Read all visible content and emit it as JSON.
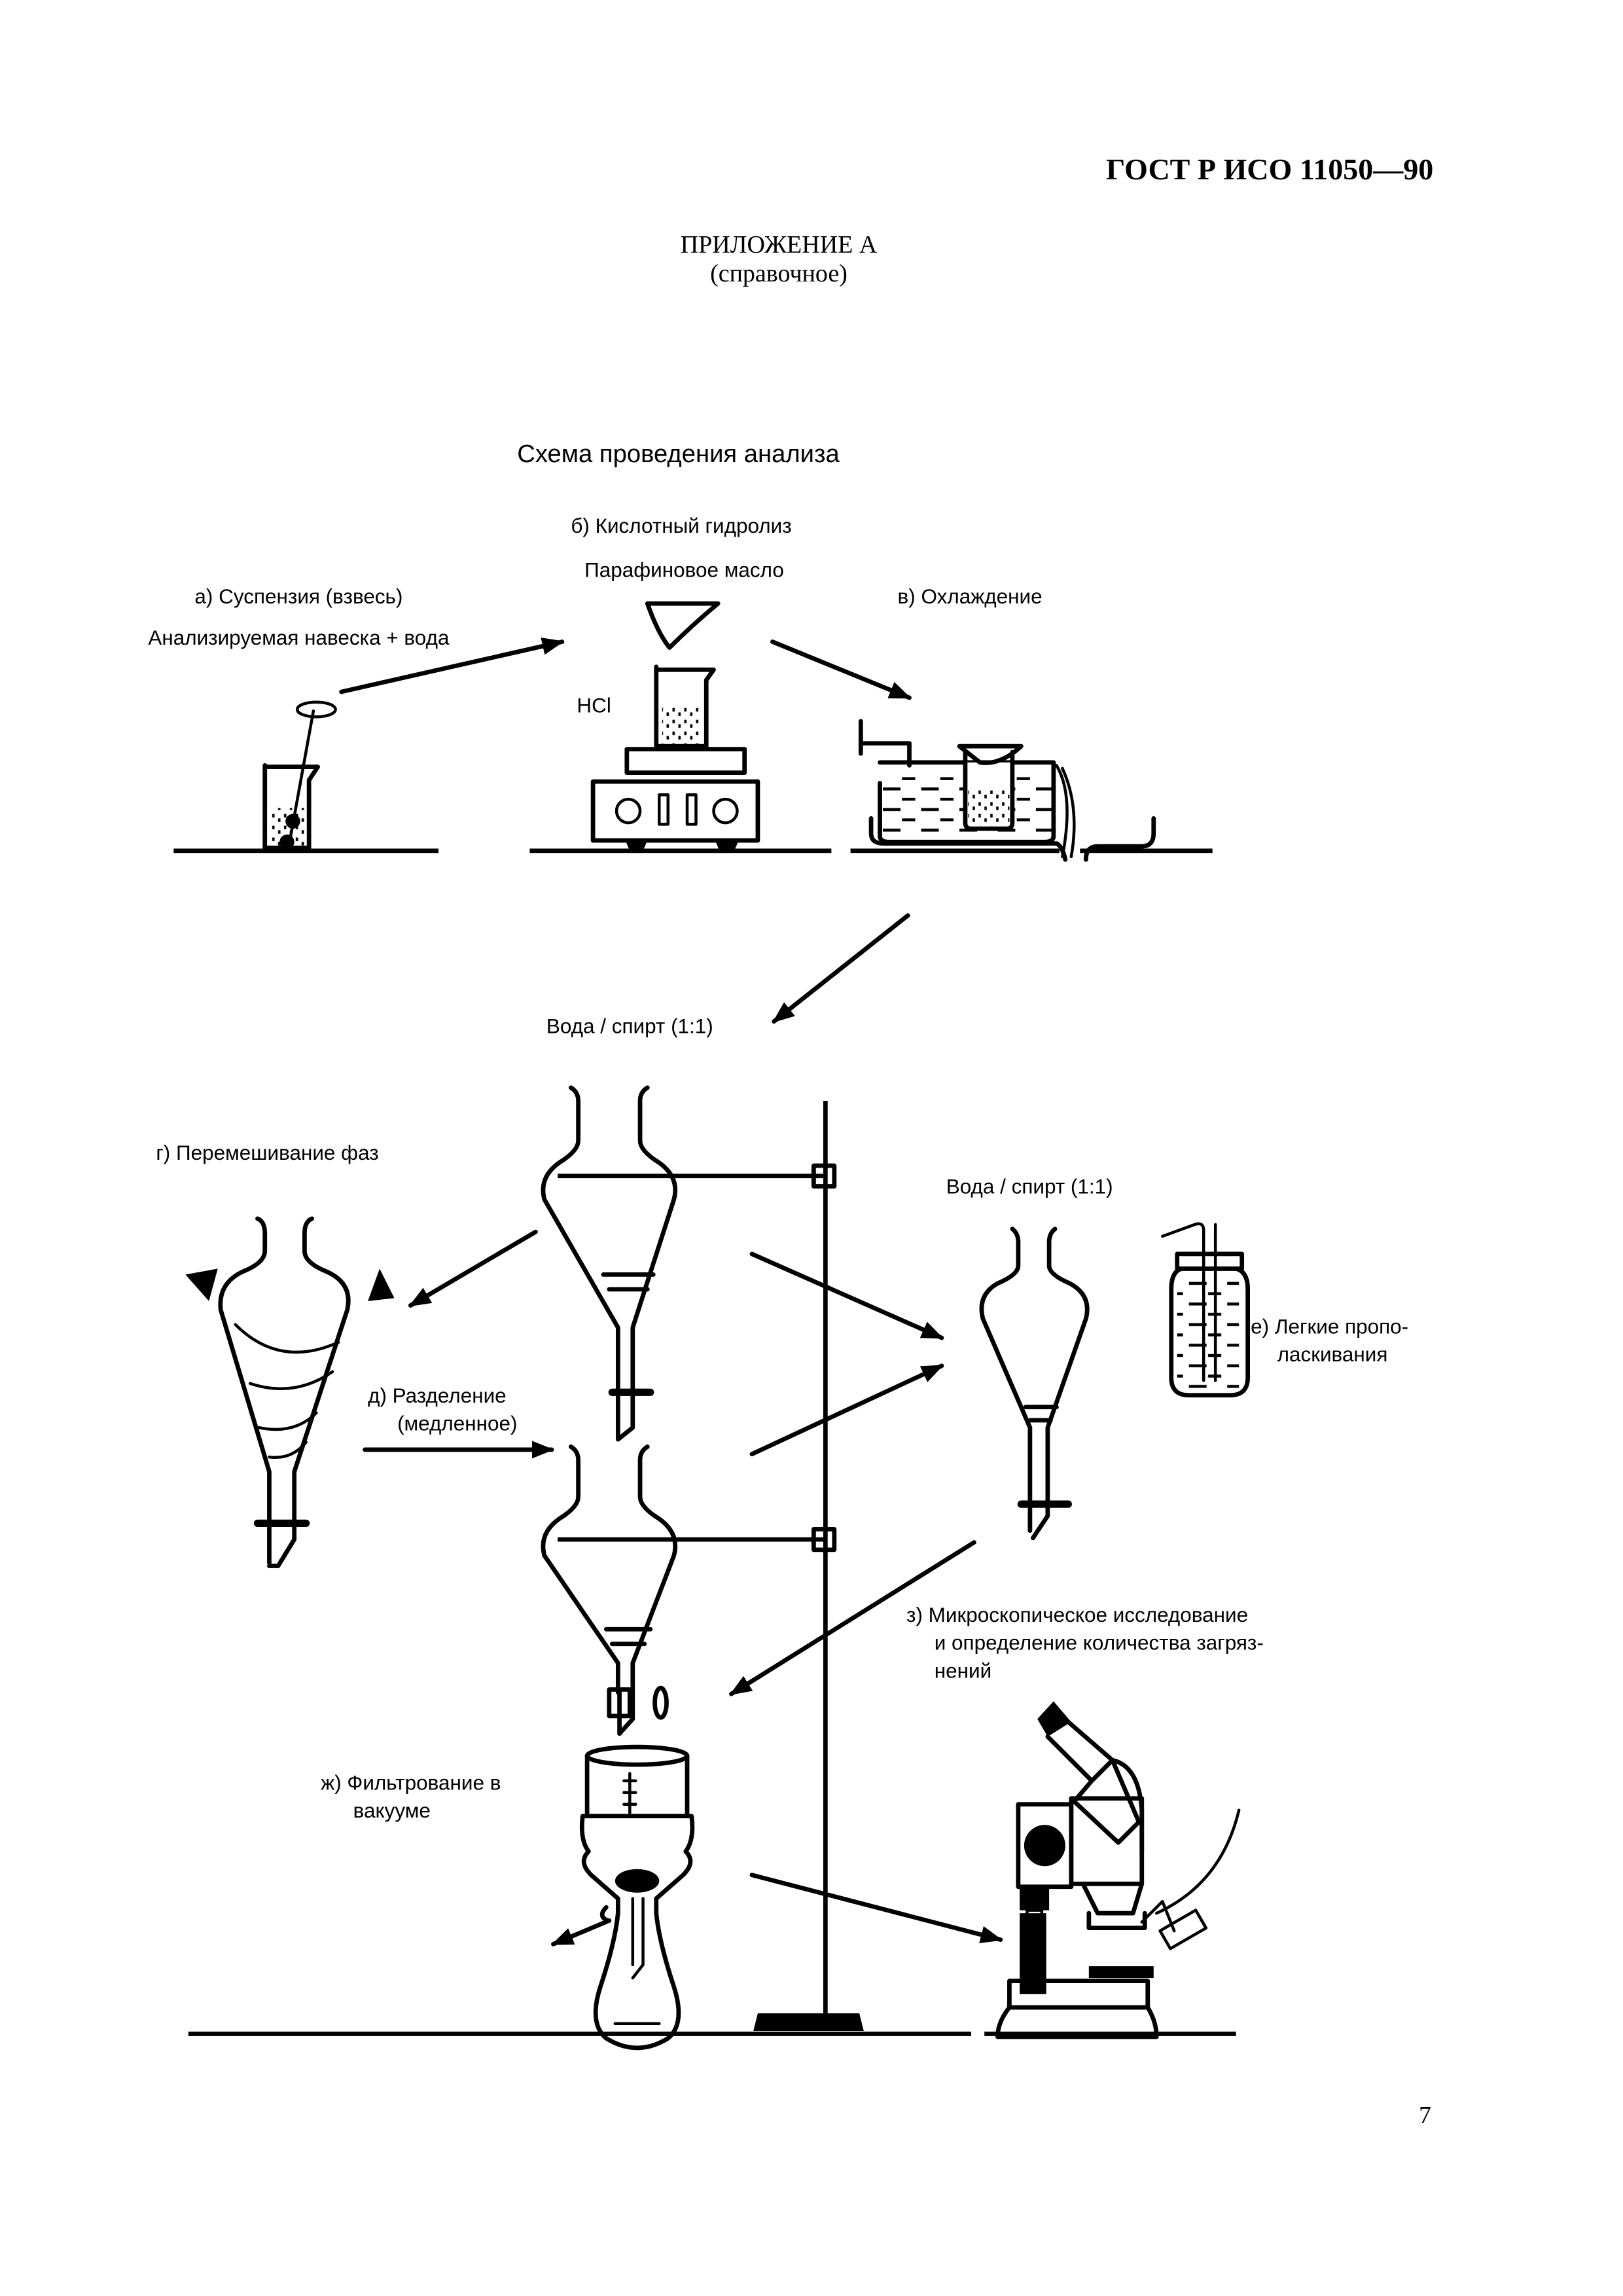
{
  "header": {
    "doc_code": "ГОСТ Р ИСО 11050—90",
    "appendix_title": "ПРИЛОЖЕНИЕ А",
    "appendix_type": "(справочное)"
  },
  "scheme": {
    "title": "Схема проведения анализа",
    "steps": {
      "a_title": "а) Суспензия (взвесь)",
      "a_sub": "Анализируемая навеска + вода",
      "b_title": "б) Кислотный гидролиз",
      "b_sub": "Парафиновое масло",
      "b_reagent": "HCl",
      "v_title": "в) Охлаждение",
      "solvent_1": "Вода / спирт (1:1)",
      "g_title": "г) Перемешивание фаз",
      "solvent_2": "Вода / спирт (1:1)",
      "d_title_1": "д) Разделение",
      "d_title_2": "(медленное)",
      "e_title_1": "е) Легкие пропо-",
      "e_title_2": "ласкивания",
      "z_title_1": "з) Микроскопическое исследование",
      "z_title_2": "и определение количества загряз-",
      "z_title_3": "нений",
      "zh_title_1": "ж) Фильтрование в",
      "zh_title_2": "вакууме"
    }
  },
  "footer": {
    "page_number": "7"
  }
}
